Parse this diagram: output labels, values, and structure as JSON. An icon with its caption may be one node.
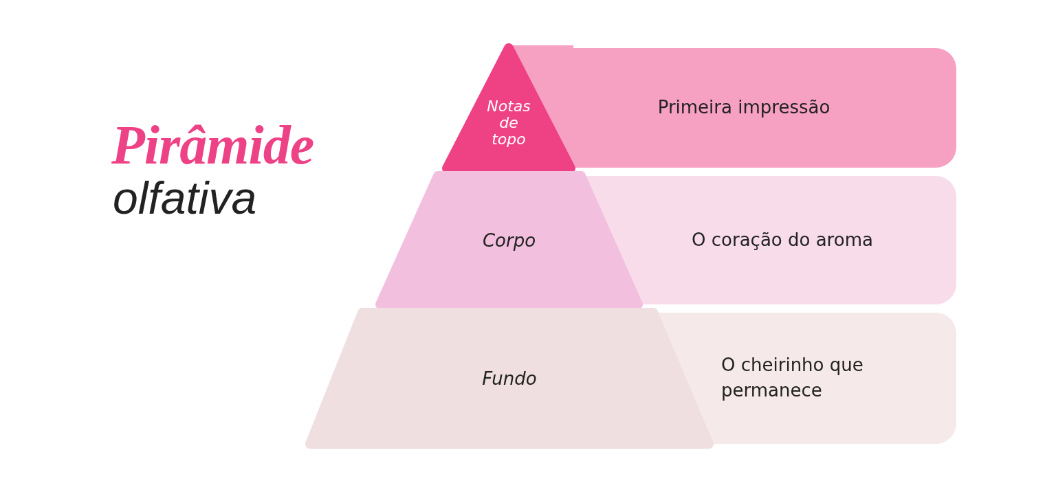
{
  "diagram": {
    "title": "Pirâmide",
    "nodes": [
      {
        "text": [
          "Notas de topo"
        ]
      },
      {
        "text": [
          "Primeira impressão"
        ]
      },
      {
        "text": [
          "Corpo"
        ]
      },
      {
        "text": [
          "O coração do aroma"
        ]
      },
      {
        "text": [
          "Fundo"
        ]
      },
      {
        "text": [
          "O cheirinho que permanece"
        ]
      }
    ],
    "labels": [
      "olfativa"
    ]
  }
}
